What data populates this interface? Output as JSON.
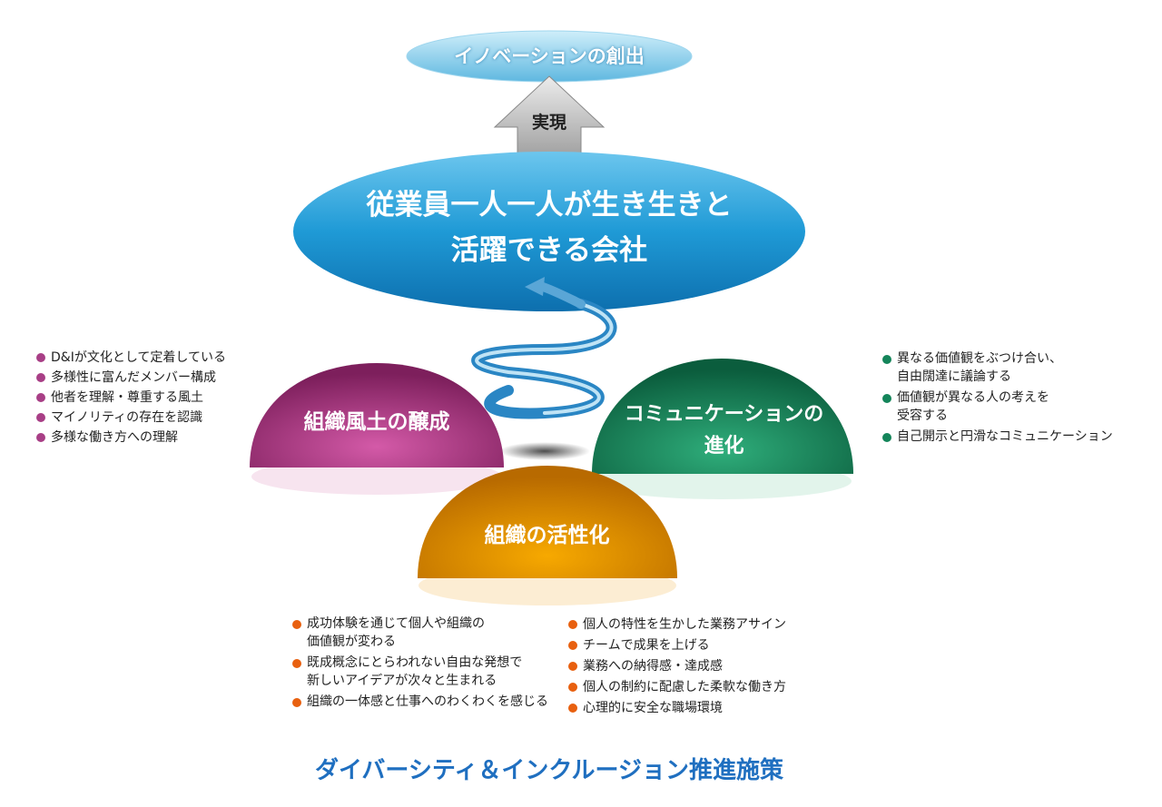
{
  "top_goal": "イノベーションの創出",
  "arrow_label": "実現",
  "main_goal": {
    "line1": "従業員一人一人が生き生きと",
    "line2": "活躍できる会社"
  },
  "pillars": {
    "culture": {
      "label": "組織風土の醸成",
      "color": "#b03a86",
      "items": [
        "D&Iが文化として定着している",
        "多様性に富んだメンバー構成",
        "他者を理解・尊重する風土",
        "マイノリティの存在を認識",
        "多様な働き方への理解"
      ]
    },
    "communication": {
      "label_line1": "コミュニケーションの",
      "label_line2": "進化",
      "color": "#14855a",
      "items": [
        "異なる価値観をぶつけ合い、\n自由闊達に議論する",
        "価値観が異なる人の考えを\n受容する",
        "自己開示と円滑なコミュニケーション"
      ]
    },
    "activation": {
      "label": "組織の活性化",
      "color": "#e8600f",
      "items_left": [
        "成功体験を通じて個人や組織の\n価値観が変わる",
        "既成概念にとらわれない自由な発想で\n新しいアイデアが次々と生まれる",
        "組織の一体感と仕事へのわくわくを感じる"
      ],
      "items_right": [
        "個人の特性を生かした業務アサイン",
        "チームで成果を上げる",
        "業務への納得感・達成感",
        "個人の制約に配慮した柔軟な働き方",
        "心理的に安全な職場環境"
      ]
    }
  },
  "footer_title": "ダイバーシティ＆インクルージョン推進施策"
}
